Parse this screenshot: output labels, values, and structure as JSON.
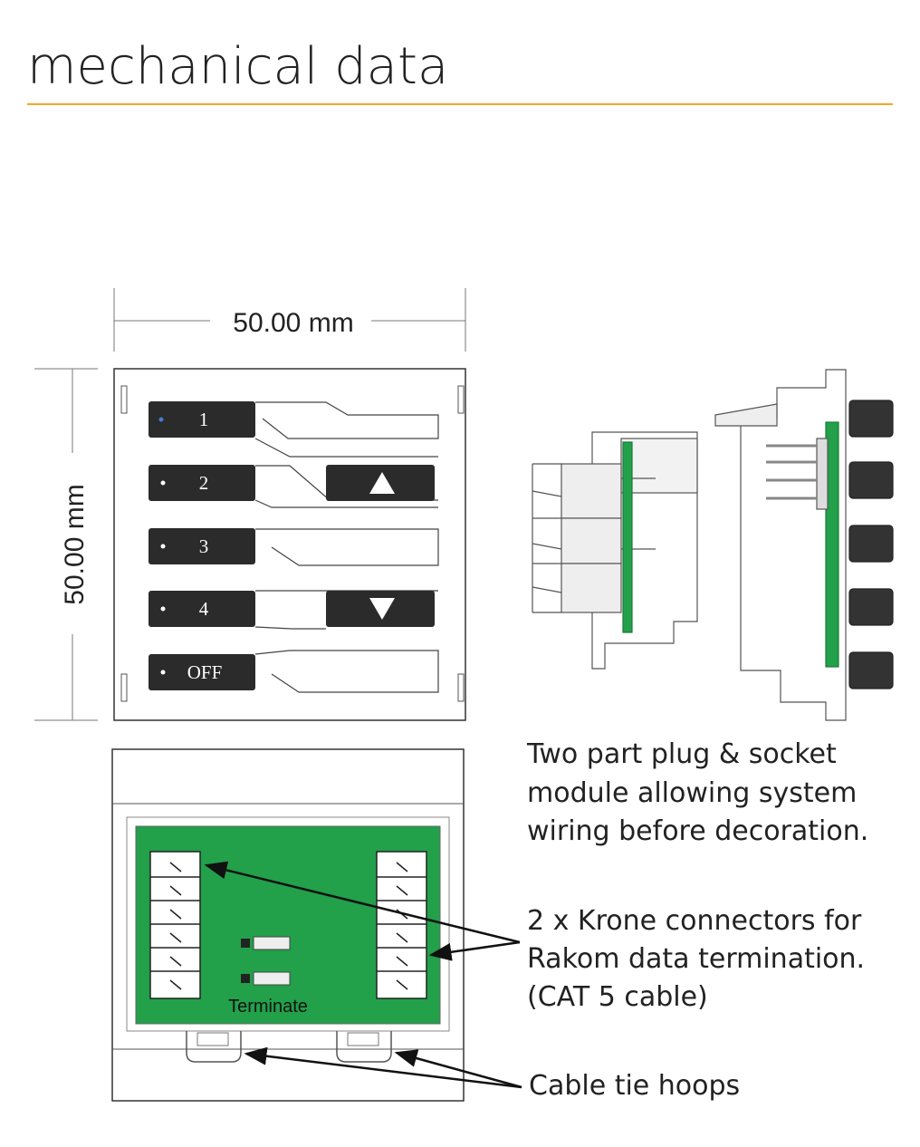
{
  "title": "mechanical data",
  "colors": {
    "accent_rule": "#f5a623",
    "pcb_green": "#22a04a",
    "button_dark": "#2b2b2b",
    "line": "#333333"
  },
  "dimensions": {
    "width": "50.00 mm",
    "height": "50.00 mm"
  },
  "keypad": {
    "buttons": [
      "1",
      "2",
      "3",
      "4",
      "OFF"
    ],
    "up_arrow": "▲",
    "down_arrow": "▼"
  },
  "pcb": {
    "terminate_label": "Terminate"
  },
  "notes": {
    "plug_socket": [
      "Two part plug & socket",
      "module allowing system",
      "wiring before decoration."
    ],
    "krone": [
      "2 x Krone connectors for",
      "Rakom data termination.",
      "(CAT 5 cable)"
    ],
    "cable_tie": "Cable tie hoops"
  }
}
